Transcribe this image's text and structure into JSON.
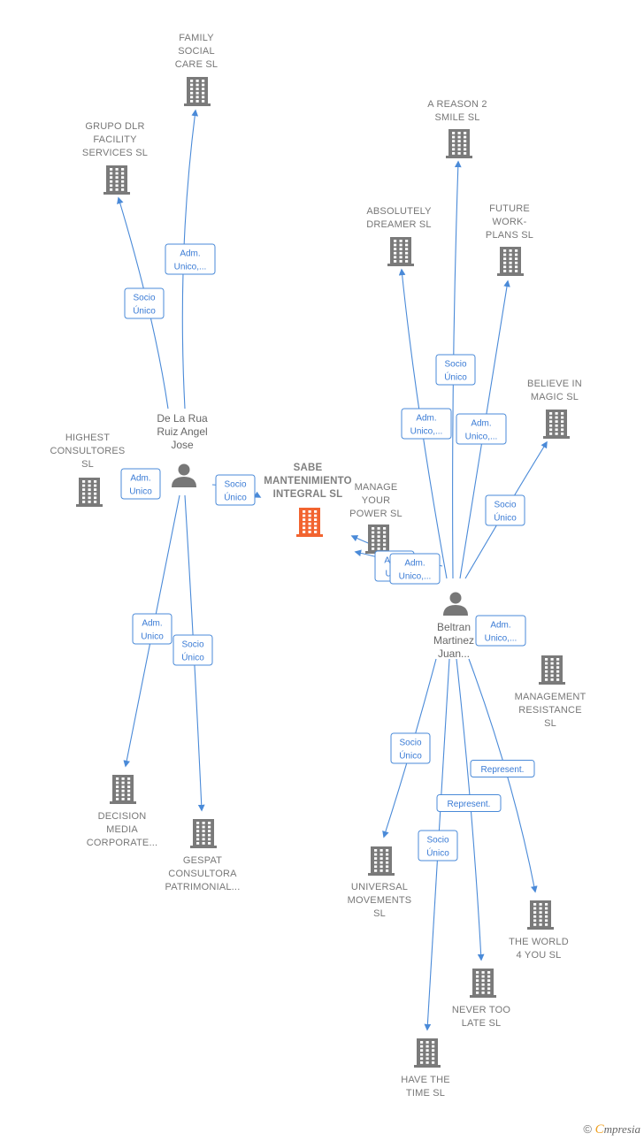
{
  "colors": {
    "edge": "#4a8ad8",
    "building": "#7a7a7a",
    "central": "#f26430",
    "person": "#777777"
  },
  "central": {
    "lines": [
      "SABE",
      "MANTENIMIENTO",
      "INTEGRAL  SL"
    ]
  },
  "persons": [
    {
      "id": "p1",
      "lines": [
        "De La Rua",
        "Ruiz Angel",
        "Jose"
      ]
    },
    {
      "id": "p2",
      "lines": [
        "Beltran",
        "Martinez",
        "Juan..."
      ]
    }
  ],
  "companies": [
    {
      "id": "c_family",
      "lines": [
        "FAMILY",
        "SOCIAL",
        "CARE  SL"
      ]
    },
    {
      "id": "c_grupo",
      "lines": [
        "GRUPO DLR",
        "FACILITY",
        "SERVICES SL"
      ]
    },
    {
      "id": "c_highest",
      "lines": [
        "HIGHEST",
        "CONSULTORES",
        "SL"
      ]
    },
    {
      "id": "c_decision",
      "lines": [
        "DECISION",
        "MEDIA",
        "CORPORATE..."
      ]
    },
    {
      "id": "c_gespat",
      "lines": [
        "GESPAT",
        "CONSULTORA",
        "PATRIMONIAL..."
      ]
    },
    {
      "id": "c_reason",
      "lines": [
        "A REASON 2",
        "SMILE  SL"
      ]
    },
    {
      "id": "c_absolutely",
      "lines": [
        "ABSOLUTELY",
        "DREAMER  SL"
      ]
    },
    {
      "id": "c_future",
      "lines": [
        "FUTURE",
        "WORK-",
        "PLANS  SL"
      ]
    },
    {
      "id": "c_believe",
      "lines": [
        "BELIEVE IN",
        "MAGIC  SL"
      ]
    },
    {
      "id": "c_manage",
      "lines": [
        "MANAGE",
        "YOUR",
        "POWER  SL"
      ]
    },
    {
      "id": "c_mgmt",
      "lines": [
        "MANAGEMENT",
        "RESISTANCE",
        "SL"
      ]
    },
    {
      "id": "c_universal",
      "lines": [
        "UNIVERSAL",
        "MOVEMENTS",
        "SL"
      ]
    },
    {
      "id": "c_world",
      "lines": [
        "THE WORLD",
        "4 YOU  SL"
      ]
    },
    {
      "id": "c_never",
      "lines": [
        "NEVER TOO",
        "LATE  SL"
      ]
    },
    {
      "id": "c_have",
      "lines": [
        "HAVE THE",
        "TIME  SL"
      ]
    }
  ],
  "edges": [
    {
      "from": "p1",
      "to": "c_family",
      "lines": [
        "Adm.",
        "Unico,..."
      ]
    },
    {
      "from": "p1",
      "to": "c_grupo",
      "lines": [
        "Socio",
        "Único"
      ]
    },
    {
      "from": "p1",
      "to": "c_highest",
      "lines": [
        "Adm.",
        "Unico"
      ]
    },
    {
      "from": "p1",
      "to": "central",
      "lines": [
        "Socio",
        "Único"
      ]
    },
    {
      "from": "p1",
      "to": "c_decision",
      "lines": [
        "Adm.",
        "Unico"
      ]
    },
    {
      "from": "p1",
      "to": "c_gespat",
      "lines": [
        "Socio",
        "Único"
      ]
    },
    {
      "from": "p2",
      "to": "c_reason",
      "lines": [
        "Socio",
        "Único"
      ]
    },
    {
      "from": "p2",
      "to": "c_absolutely",
      "lines": [
        "Adm.",
        "Unico,..."
      ]
    },
    {
      "from": "p2",
      "to": "c_future",
      "lines": [
        "Adm.",
        "Unico,..."
      ]
    },
    {
      "from": "p2",
      "to": "c_believe",
      "lines": [
        "Socio",
        "Único"
      ]
    },
    {
      "from": "p2",
      "to": "c_manage",
      "lines": [
        "Adm.",
        "Un..."
      ]
    },
    {
      "from": "p2",
      "to": "c_manage",
      "lines": [
        "Adm.",
        "Unico,..."
      ]
    },
    {
      "from": "p2",
      "to": "c_mgmt",
      "lines": [
        "Adm.",
        "Unico,..."
      ]
    },
    {
      "from": "p2",
      "to": "c_universal",
      "lines": [
        "Socio",
        "Único"
      ]
    },
    {
      "from": "p2",
      "to": "c_world",
      "lines": [
        "Represent."
      ]
    },
    {
      "from": "p2",
      "to": "c_never",
      "lines": [
        "Represent."
      ]
    },
    {
      "from": "p2",
      "to": "c_have",
      "lines": [
        "Socio",
        "Único"
      ]
    }
  ],
  "footer": {
    "copyright": "©",
    "brand_initial": "C",
    "brand_rest": "mpresia"
  }
}
